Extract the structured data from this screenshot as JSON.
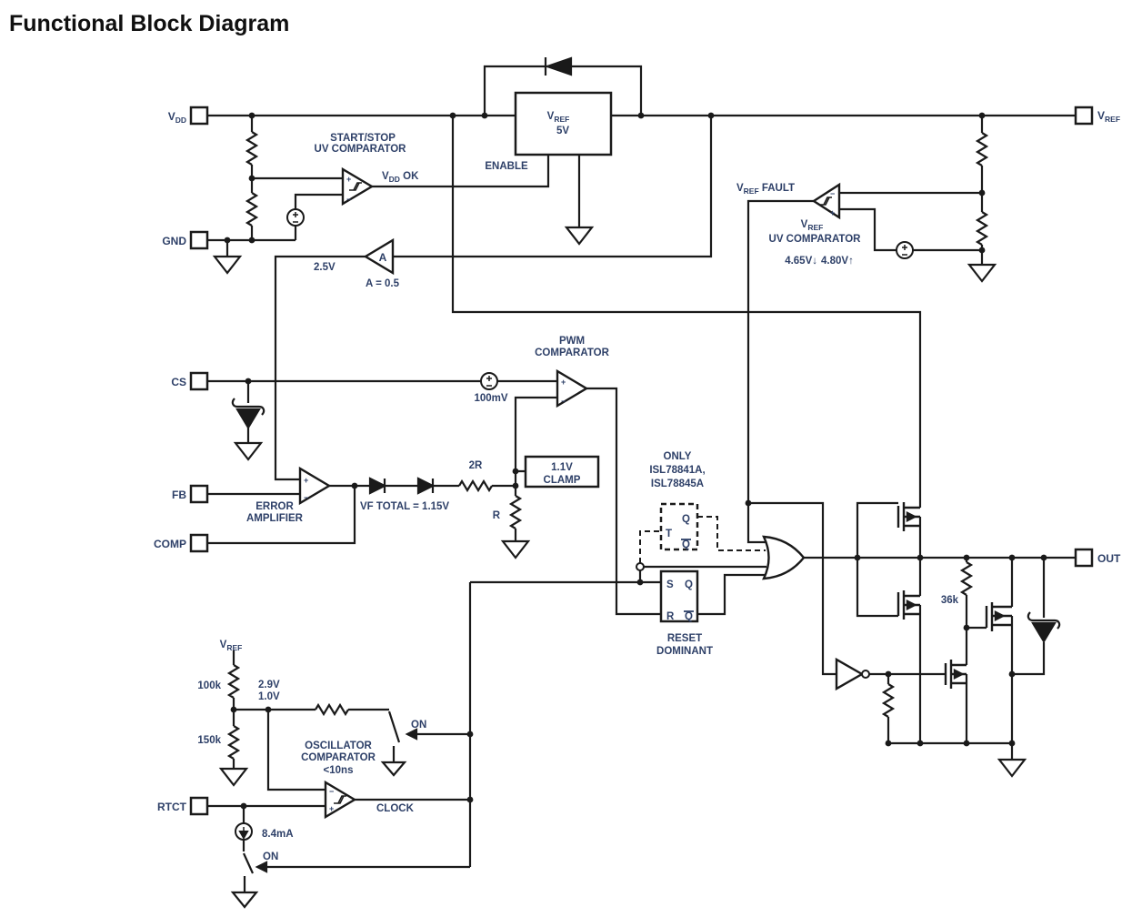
{
  "title": "Functional Block Diagram",
  "colors": {
    "line": "#1a1a1a",
    "label": "#2e4068",
    "title": "#101010"
  },
  "pins": {
    "vdd": {
      "v": "V",
      "sub": "DD"
    },
    "gnd": "GND",
    "cs": "CS",
    "fb": "FB",
    "comp": "COMP",
    "rtct": "RTCT",
    "vref": {
      "v": "V",
      "sub": "REF"
    },
    "out": "OUT"
  },
  "labels": {
    "start_stop1": "START/STOP",
    "start_stop2": "UV COMPARATOR",
    "vdd_ok": {
      "v": "V",
      "sub": "DD",
      "rest": " OK"
    },
    "enable": "ENABLE",
    "vref5v": {
      "v": "V",
      "sub": "REF"
    },
    "vref5v_line2": "5V",
    "fault": {
      "v": "V",
      "sub": "REF",
      "rest": " FAULT"
    },
    "uvcomp_name": {
      "v": "V",
      "sub": "REF"
    },
    "uvcomp_line2": "UV COMPARATOR",
    "thr_fall": "4.65V",
    "arr_down": "↓",
    "thr_rise": "4.80V",
    "arr_up": "↑",
    "v25": "2.5V",
    "gain": "A",
    "gain_eq": "A = 0.5",
    "pwm1": "PWM",
    "pwm2": "COMPARATOR",
    "mv100": "100mV",
    "err1": "ERROR",
    "err2": "AMPLIFIER",
    "vf": "VF TOTAL = 1.15V",
    "r2": "2R",
    "r": "R",
    "clamp1": "1.1V",
    "clamp2": "CLAMP",
    "only1": "ONLY",
    "only2": "ISL78841A,",
    "only3": "ISL78845A",
    "t": "T",
    "s": "S",
    "rst": "R",
    "q": "Q",
    "qbar": "Q",
    "reset1": "RESET",
    "reset2": "DOMINANT",
    "k36": "36k",
    "k100": "100k",
    "k150": "150k",
    "v29": "2.9V",
    "v10": "1.0V",
    "osc1": "OSCILLATOR",
    "osc2": "COMPARATOR",
    "osc3": "<10ns",
    "on": "ON",
    "clock": "CLOCK",
    "ma84": "8.4mA",
    "plus": "+",
    "minus": "−"
  }
}
